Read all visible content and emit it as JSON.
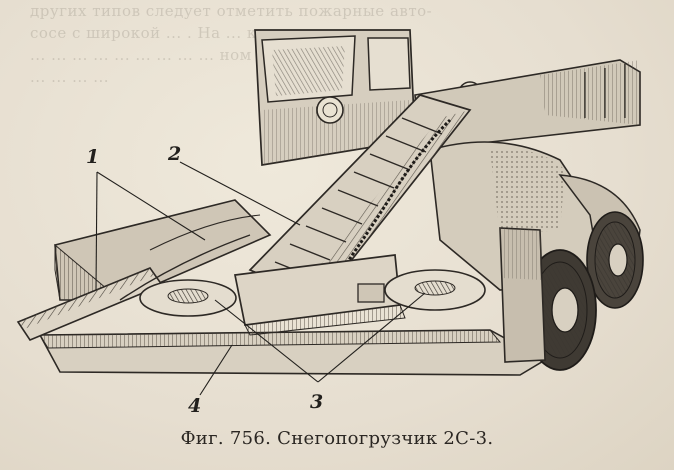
{
  "bleed_lines": [
    "других типов следует отметить пожарные авто-",
    "сосе с широкой ... . На ... кажение",
    "... ... ... ... ... ... ... ...  ... ном для обо-",
    "... ... ... ..."
  ],
  "figure": {
    "callouts": [
      {
        "label": "1"
      },
      {
        "label": "2"
      },
      {
        "label": "3"
      },
      {
        "label": "4"
      }
    ]
  },
  "caption": "Фиг. 756. Снегопогрузчик 2С-3.",
  "colors": {
    "paper": "#e9e2d2",
    "ink": "#2a2622"
  }
}
